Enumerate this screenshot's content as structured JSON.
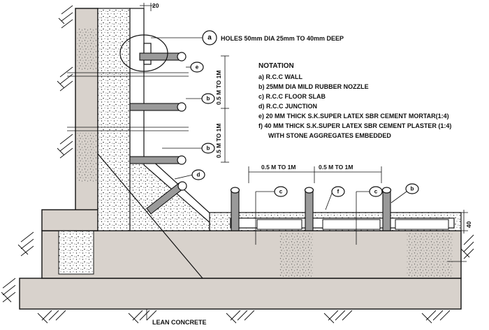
{
  "title": "HOLES 50mm DIA 25mm TO 40mm DEEP",
  "notation_heading": "NOTATION",
  "notation": [
    "a) R.C.C WALL",
    "b) 25MM DIA MILD RUBBER NOZZLE",
    "c) R.C.C FLOOR SLAB",
    "d) R.C.C JUNCTION",
    "e) 20 MM THICK S.K.SUPER LATEX SBR CEMENT MORTAR(1:4)",
    "f) 40 MM THICK S.K.SUPER LATEX SBR CEMENT PLASTER (1:4)",
    "WITH STONE  AGGREGATES EMBEDDED"
  ],
  "dimensions": {
    "top": "20",
    "vertical_1": "0.5 M  TO 1M",
    "vertical_2": "0.5 M  TO 1M",
    "horizontal_1": "0.5 M  TO 1M",
    "horizontal_2": "0.5 M  TO 1M",
    "slab": "40"
  },
  "tags": {
    "a": "a",
    "b": "b",
    "c": "c",
    "d": "d",
    "e": "e",
    "f": "f"
  },
  "lean_concrete": "LEAN CONCRETE",
  "colors": {
    "concrete": "#d8d2cc",
    "nozzle": "#9a9a9a",
    "line": "#111111"
  }
}
